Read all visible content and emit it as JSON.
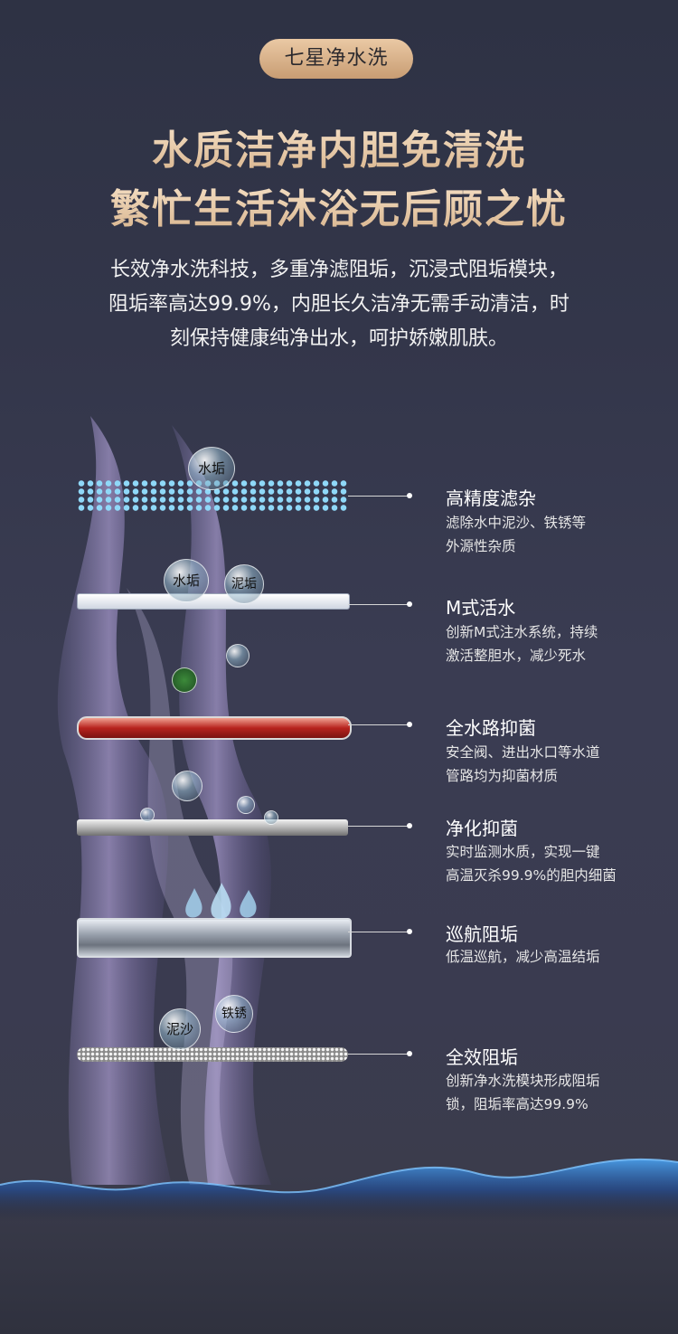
{
  "badge": "七星净水洗",
  "headline": [
    "水质洁净内胆免清洗",
    "繁忙生活沐浴无后顾之忧"
  ],
  "intro": [
    "长效净水洗科技，多重净滤阻垢，沉浸式阻垢模块，",
    "阻垢率高达99.9%，内胆长久洁净无需手动清洁，时",
    "刻保持健康纯净出水，呵护娇嫩肌肤。"
  ],
  "bubbles": {
    "b1": "水垢",
    "b2": "水垢",
    "b3": "泥垢",
    "b4": "泥沙",
    "b5": "铁锈"
  },
  "features": [
    {
      "title": "高精度滤杂",
      "desc": [
        "滤除水中泥沙、铁锈等",
        "外源性杂质"
      ]
    },
    {
      "title": "M式活水",
      "desc": [
        "创新M式注水系统，持续",
        "激活整胆水，减少死水"
      ]
    },
    {
      "title": "全水路抑菌",
      "desc": [
        "安全阀、进出水口等水道",
        "管路均为抑菌材质"
      ]
    },
    {
      "title": "净化抑菌",
      "desc": [
        "实时监测水质，实现一键",
        "高温灭杀99.9%的胆内细菌"
      ]
    },
    {
      "title": "巡航阻垢",
      "desc": [
        "低温巡航，减少高温结垢"
      ]
    },
    {
      "title": "全效阻垢",
      "desc": [
        "创新净水洗模块形成阻垢",
        "锁，阻垢率高达99.9%"
      ]
    }
  ],
  "colors": {
    "background": "#33364a",
    "gold": "#e6c6a0",
    "filter_dots": "#8fd8f8",
    "red_layer": "#b7231e",
    "wave_blue": "#3f8ed8"
  }
}
